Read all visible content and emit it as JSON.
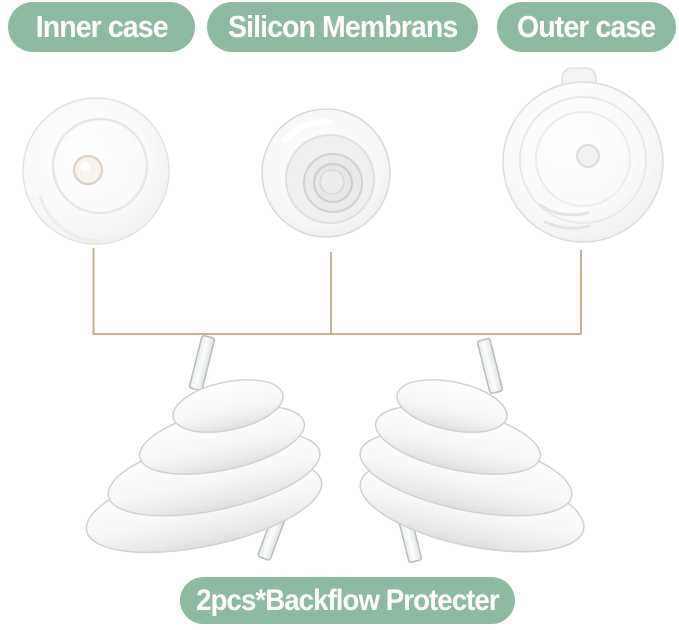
{
  "labels": {
    "inner_case": "Inner case",
    "silicon_membrans": "Silicon Membrans",
    "outer_case": "Outer case",
    "bottom": "2pcs*Backflow Protecter"
  },
  "colors": {
    "pill_bg": "#8dbba2",
    "pill_text": "#ffffff",
    "connector_line": "#c6b194"
  },
  "parts": [
    {
      "name": "inner-case-photo"
    },
    {
      "name": "silicon-membrane-photo"
    },
    {
      "name": "outer-case-photo"
    },
    {
      "name": "backflow-protector-left"
    },
    {
      "name": "backflow-protector-right"
    }
  ]
}
